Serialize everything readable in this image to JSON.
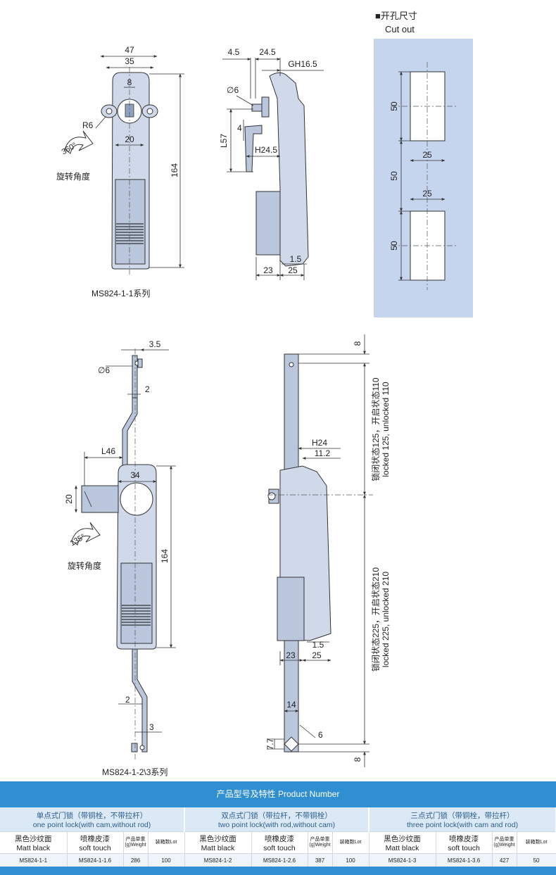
{
  "cutout": {
    "title_cn": "■开孔尺寸",
    "title_en": "Cut out",
    "dims": [
      "50",
      "25",
      "50",
      "25",
      "50"
    ]
  },
  "top_front": {
    "dims": [
      "47",
      "35",
      "8",
      "R6",
      "20",
      "164"
    ],
    "rotation": "360°",
    "rotation_label": "旋转角度",
    "caption": "MS824-1-1系列"
  },
  "top_side": {
    "dims": [
      "4.5",
      "24.5",
      "GH16.5",
      "∅6",
      "L57",
      "4",
      "H24.5",
      "23",
      "1.5",
      "25"
    ]
  },
  "bottom_front": {
    "dims": [
      "3.5",
      "∅6",
      "2",
      "L46",
      "34",
      "20",
      "164",
      "2",
      "3"
    ],
    "rotation": "135°",
    "rotation_label": "旋转角度",
    "caption": "MS824-1-2\\3系列"
  },
  "bottom_side": {
    "dims": [
      "8",
      "H24",
      "11.2",
      "1.5",
      "23",
      "25",
      "14",
      "6",
      "7.7",
      "8"
    ],
    "note_upper_cn": "锁闭状态125，开启状态110",
    "note_upper_en": "locked 125, unlocked 110",
    "note_lower_cn": "锁闭状态225，开启状态210",
    "note_lower_en": "locked 225, unlocked 210"
  },
  "table": {
    "title": "产品型号及特性 Product Number",
    "groups": [
      {
        "cn": "单点式门锁（带铜栓，不带拉杆）",
        "en": "one point lock(with cam,without rod)"
      },
      {
        "cn": "双点式门锁（带拉杆，不带铜栓）",
        "en": "two point lock(with rod,without cam)"
      },
      {
        "cn": "三点式门锁（带铜栓，带拉杆）",
        "en": "three point lock(with cam and rod)"
      }
    ],
    "headers": [
      {
        "matt_cn": "黑色沙纹面",
        "matt_en": "Matt black",
        "soft_cn": "喷橡皮漆",
        "soft_en": "soft touch",
        "weight": "产品单重(g)Weight",
        "lot": "装箱数Lot"
      },
      {
        "matt_cn": "黑色沙纹面",
        "matt_en": "Matt black",
        "soft_cn": "喷橡皮漆",
        "soft_en": "soft touch",
        "weight": "产品单重(g)Weight",
        "lot": "装箱数Lot"
      },
      {
        "matt_cn": "黑色沙纹面",
        "matt_en": "Matt black",
        "soft_cn": "喷橡皮漆",
        "soft_en": "soft touch",
        "weight": "产品单重(g)Weight",
        "lot": "装箱数Lot"
      }
    ],
    "rows": [
      {
        "matt": "MS824-1-1",
        "soft": "MS824-1-1.6",
        "weight": "286",
        "lot": "100"
      },
      {
        "matt": "MS824-1-2",
        "soft": "MS824-1-2.6",
        "weight": "387",
        "lot": "100"
      },
      {
        "matt": "MS824-1-3",
        "soft": "MS824-1-3.6",
        "weight": "427",
        "lot": "50"
      }
    ]
  }
}
